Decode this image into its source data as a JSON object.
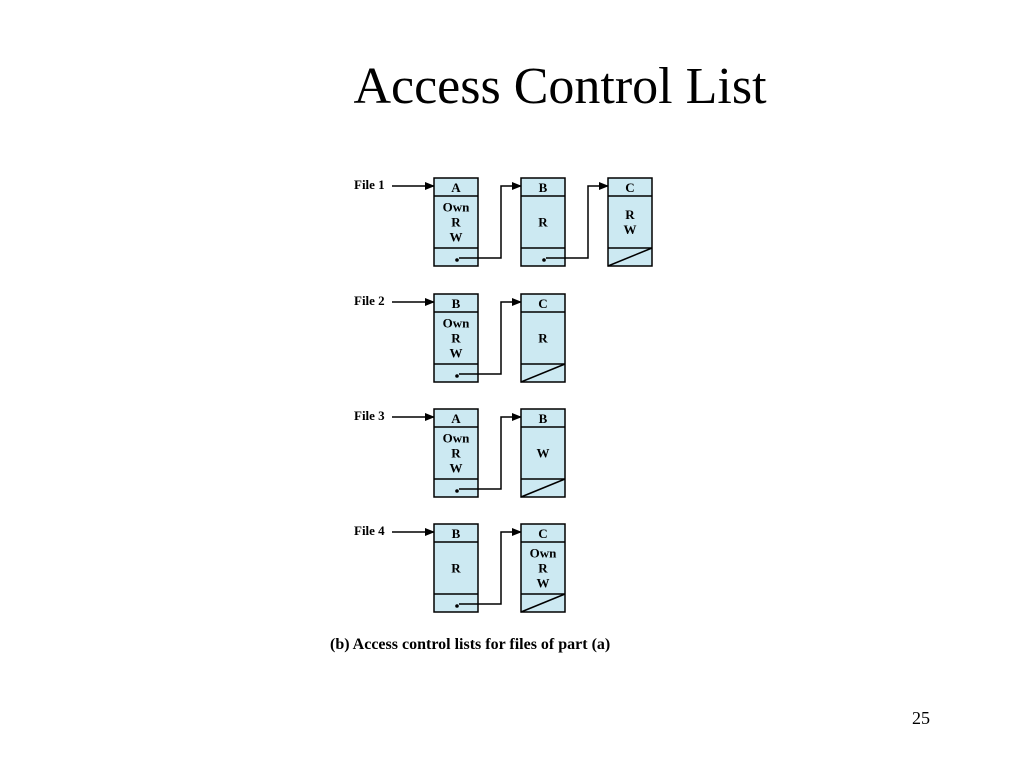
{
  "slide": {
    "title": "Access Control List",
    "caption": "(b) Access control lists for files of part (a)",
    "page_number": "25"
  },
  "colors": {
    "cell_fill": "#cce9f2",
    "stroke": "#000000"
  },
  "files": [
    {
      "label": "File 1",
      "entries": [
        {
          "user": "A",
          "rights": [
            "Own",
            "R",
            "W"
          ]
        },
        {
          "user": "B",
          "rights": [
            "R"
          ]
        },
        {
          "user": "C",
          "rights": [
            "R",
            "W"
          ]
        }
      ]
    },
    {
      "label": "File 2",
      "entries": [
        {
          "user": "B",
          "rights": [
            "Own",
            "R",
            "W"
          ]
        },
        {
          "user": "C",
          "rights": [
            "R"
          ]
        }
      ]
    },
    {
      "label": "File 3",
      "entries": [
        {
          "user": "A",
          "rights": [
            "Own",
            "R",
            "W"
          ]
        },
        {
          "user": "B",
          "rights": [
            "W"
          ]
        }
      ]
    },
    {
      "label": "File 4",
      "entries": [
        {
          "user": "B",
          "rights": [
            "R"
          ]
        },
        {
          "user": "C",
          "rights": [
            "Own",
            "R",
            "W"
          ]
        }
      ]
    }
  ]
}
